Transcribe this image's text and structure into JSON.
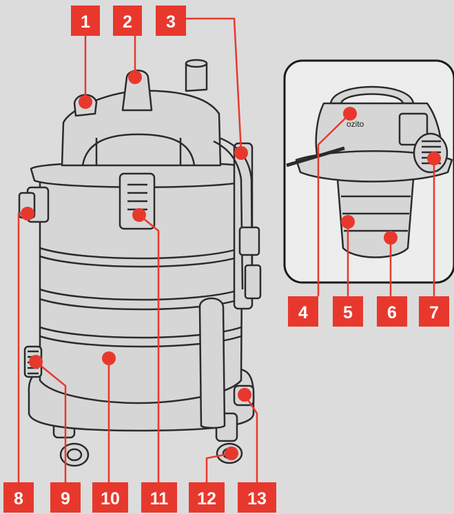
{
  "colors": {
    "background": "#dcdcdc",
    "body": "#d6d6d6",
    "outline": "#2b2b2b",
    "accent": "#e8382d",
    "inset_bg": "#ededed"
  },
  "brand_label": "ozito",
  "labels": {
    "l1": "1",
    "l2": "2",
    "l3": "3",
    "l4": "4",
    "l5": "5",
    "l6": "6",
    "l7": "7",
    "l8": "8",
    "l9": "9",
    "l10": "10",
    "l11": "11",
    "l12": "12",
    "l13": "13"
  }
}
